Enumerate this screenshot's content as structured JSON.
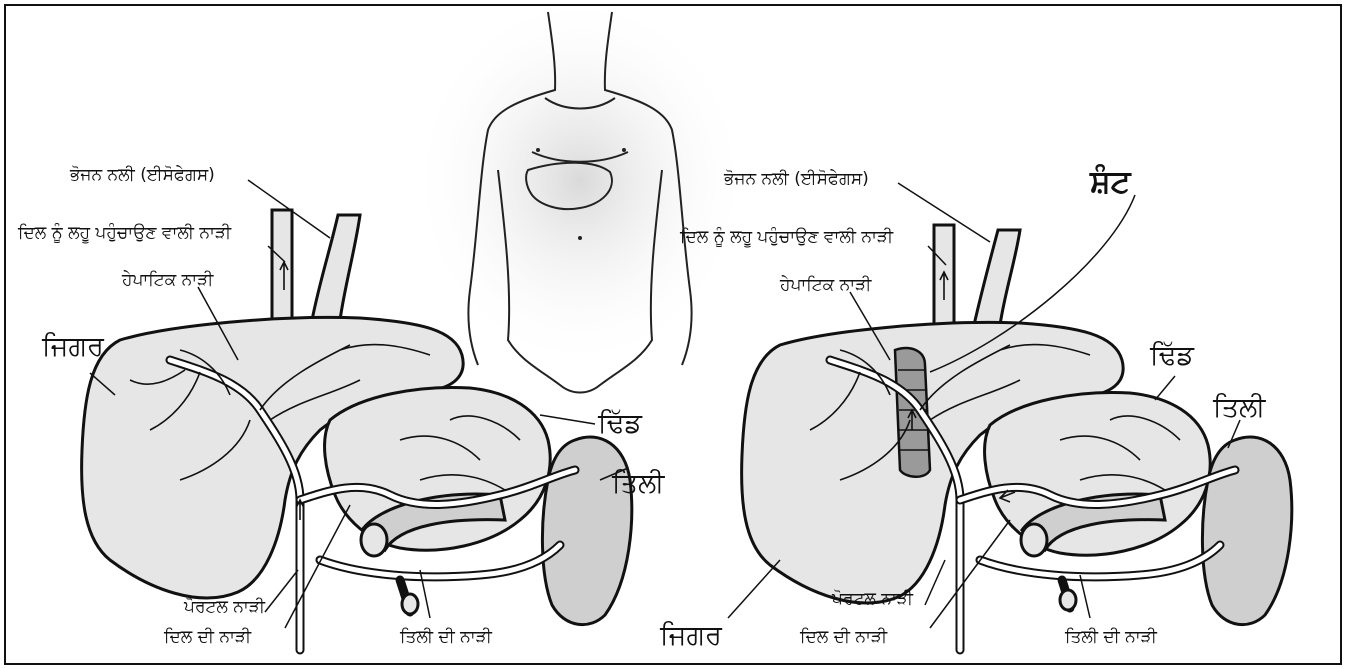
{
  "labels": {
    "esophagus": "ਭੋਜਨ ਨਲੀ (ਈਸੋਫੇਗਸ)",
    "vena_cava": "ਦਿਲ ਨੂੰ ਲਹੂ ਪਹੁੰਚਾਉਣ ਵਾਲੀ ਨਾੜੀ",
    "hepatic_vein": "ਹੇਪਾਟਿਕ ਨਾੜੀ",
    "liver": "ਜਿਗਰ",
    "stomach": "ਢਿੱਡ",
    "spleen": "ਤਿਲੀ",
    "portal_vein": "ਪੋਰਟਲ ਨਾੜੀ",
    "heart_vein": "ਦਿਲ ਦੀ ਨਾੜੀ",
    "splenic_vein": "ਤਿਲੀ ਦੀ ਨਾੜੀ",
    "shunt": "ਸ਼ੰਟ"
  },
  "colors": {
    "stroke": "#111111",
    "organ_fill": "#e6e6e6",
    "background": "#ffffff"
  }
}
